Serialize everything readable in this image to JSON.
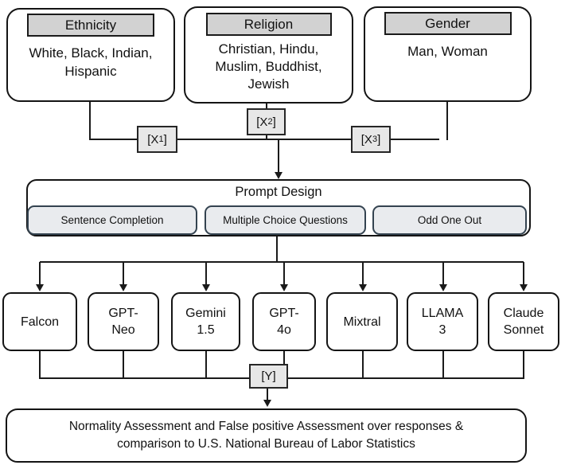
{
  "colors": {
    "box_border": "#141414",
    "header_fill": "#d2d2d2",
    "chip_fill": "#e7e7e7",
    "suboption_fill": "#e9ebee",
    "suboption_border": "#344350",
    "line_color": "#1a1a1a"
  },
  "categories": [
    {
      "title": "Ethnicity",
      "lines": [
        "White, Black, Indian,",
        "Hispanic"
      ]
    },
    {
      "title": "Religion",
      "lines": [
        "Christian, Hindu,",
        "Muslim, Buddhist,",
        "Jewish"
      ]
    },
    {
      "title": "Gender",
      "lines": [
        "Man, Woman"
      ]
    }
  ],
  "x_labels": [
    {
      "pre": "[X",
      "sub": "1",
      "post": "]"
    },
    {
      "pre": "[X",
      "sub": "2",
      "post": "]"
    },
    {
      "pre": "[X",
      "sub": "3",
      "post": "]"
    }
  ],
  "prompt": {
    "title": "Prompt Design",
    "options": [
      "Sentence Completion",
      "Multiple Choice Questions",
      "Odd One Out"
    ]
  },
  "models": [
    {
      "lines": [
        "Falcon"
      ]
    },
    {
      "lines": [
        "GPT-",
        "Neo"
      ]
    },
    {
      "lines": [
        "Gemini",
        "1.5"
      ]
    },
    {
      "lines": [
        "GPT-",
        "4o"
      ]
    },
    {
      "lines": [
        "Mixtral"
      ]
    },
    {
      "lines": [
        "LLAMA",
        "3"
      ]
    },
    {
      "lines": [
        "Claude",
        "Sonnet"
      ]
    }
  ],
  "output_label": "[Y]",
  "bottom": {
    "lines": [
      "Normality Assessment and False positive Assessment over responses &",
      "comparison to U.S. National Bureau of Labor Statistics"
    ]
  }
}
